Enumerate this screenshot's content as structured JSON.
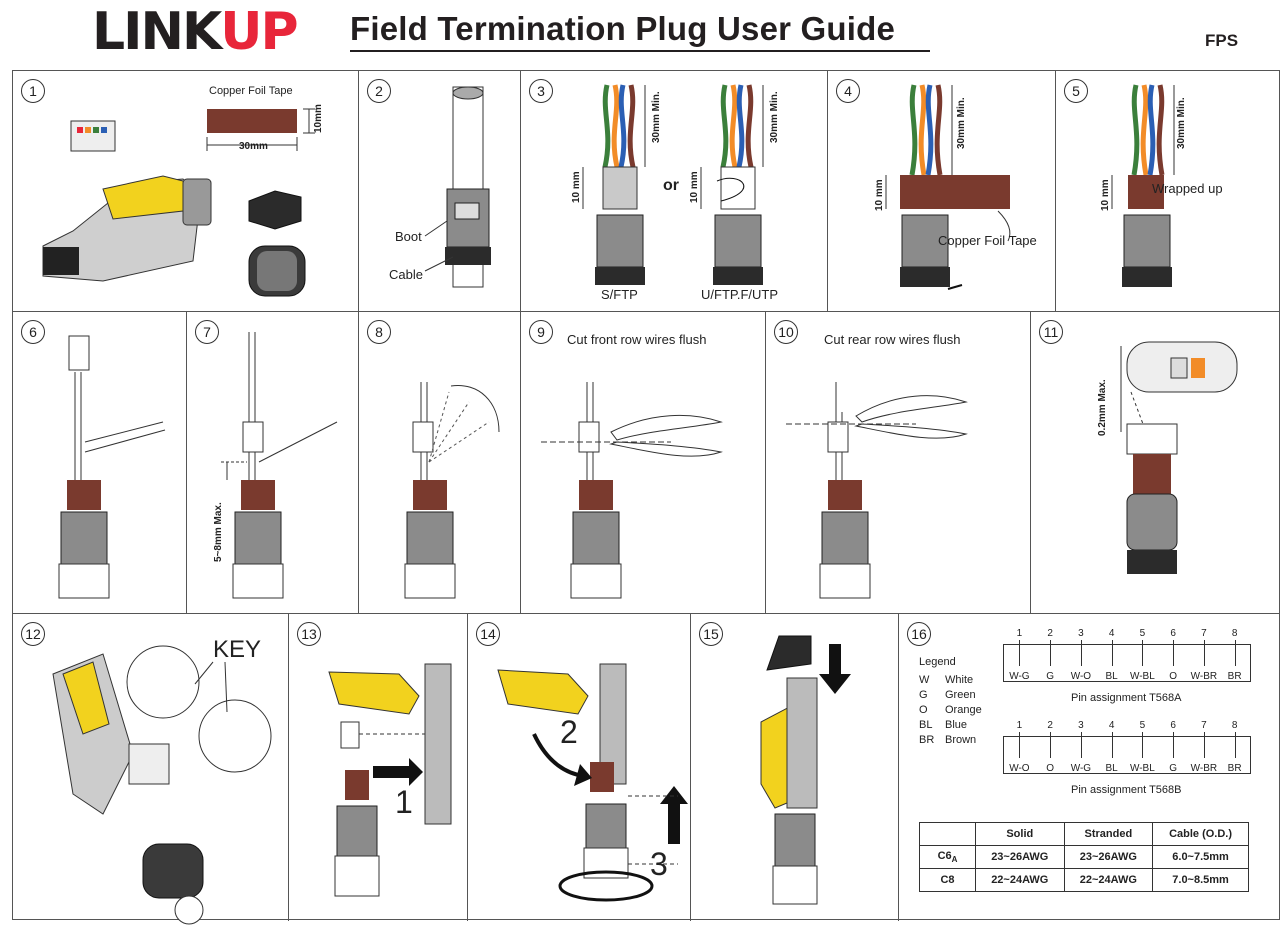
{
  "header": {
    "logo_left": "LINK",
    "logo_right": "UP",
    "title": "Field Termination Plug User Guide",
    "model": "FPS"
  },
  "steps": {
    "s1": {
      "num": "1",
      "tape_label": "Copper Foil Tape",
      "tape_w": "30mm",
      "tape_h": "10mm"
    },
    "s2": {
      "num": "2",
      "boot": "Boot",
      "cable": "Cable"
    },
    "s3": {
      "num": "3",
      "min": "30mm Min.",
      "len": "10 mm",
      "or": "or",
      "left": "S/FTP",
      "right": "U/FTP.F/UTP"
    },
    "s4": {
      "num": "4",
      "min": "30mm Min.",
      "len": "10 mm",
      "tape": "Copper Foil Tape"
    },
    "s5": {
      "num": "5",
      "min": "30mm Min.",
      "len": "10 mm",
      "wrapped": "Wrapped  up"
    },
    "s6": {
      "num": "6"
    },
    "s7": {
      "num": "7",
      "max": "5~8mm Max."
    },
    "s8": {
      "num": "8"
    },
    "s9": {
      "num": "9",
      "caption": "Cut front row wires flush"
    },
    "s10": {
      "num": "10",
      "caption": "Cut rear row wires flush"
    },
    "s11": {
      "num": "11",
      "max": "0.2mm Max."
    },
    "s12": {
      "num": "12",
      "key": "KEY"
    },
    "s13": {
      "num": "13",
      "arrow1": "1"
    },
    "s14": {
      "num": "14",
      "arrow2": "2",
      "arrow3": "3"
    },
    "s15": {
      "num": "15"
    },
    "s16": {
      "num": "16",
      "legend_title": "Legend",
      "legend": [
        {
          "code": "W",
          "name": "White"
        },
        {
          "code": "G",
          "name": "Green"
        },
        {
          "code": "O",
          "name": "Orange"
        },
        {
          "code": "BL",
          "name": "Blue"
        },
        {
          "code": "BR",
          "name": "Brown"
        }
      ],
      "pins": [
        "1",
        "2",
        "3",
        "4",
        "5",
        "6",
        "7",
        "8"
      ],
      "t568a": [
        "W-G",
        "G",
        "W-O",
        "BL",
        "W-BL",
        "O",
        "W-BR",
        "BR"
      ],
      "t568a_caption": "Pin assignment T568A",
      "t568b": [
        "W-O",
        "O",
        "W-G",
        "BL",
        "W-BL",
        "G",
        "W-BR",
        "BR"
      ],
      "t568b_caption": "Pin assignment T568B",
      "table": {
        "headers": [
          "",
          "Solid",
          "Stranded",
          "Cable (O.D.)"
        ],
        "rows": [
          {
            "cat": "C6",
            "sub": "A",
            "solid": "23~26AWG",
            "stranded": "23~26AWG",
            "od": "6.0~7.5mm"
          },
          {
            "cat": "C8",
            "sub": "",
            "solid": "22~24AWG",
            "stranded": "22~24AWG",
            "od": "7.0~8.5mm"
          }
        ]
      }
    }
  },
  "colors": {
    "brand_red": "#e8263a",
    "foil": "#7a3a2e",
    "plug_yellow": "#f2d21e",
    "line": "#333333"
  }
}
